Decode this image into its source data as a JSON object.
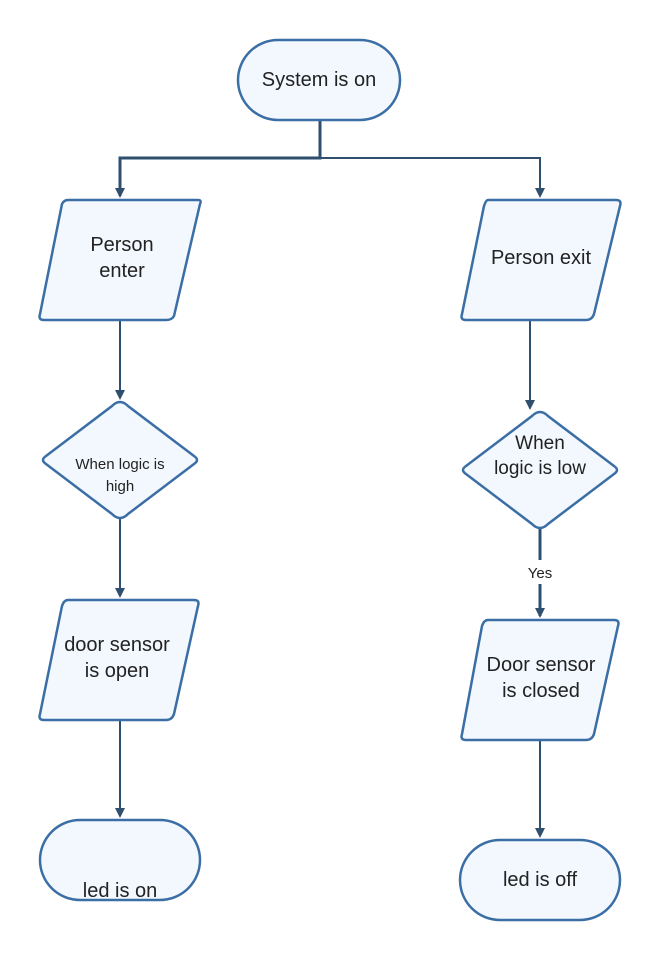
{
  "nodes": {
    "start": {
      "text": "System is on"
    },
    "enter": {
      "line1": "Person",
      "line2": "enter"
    },
    "exit": {
      "text": "Person exit"
    },
    "decision_high": {
      "line1": "When logic is",
      "line2": "high"
    },
    "decision_low": {
      "line1": "When",
      "line2": "logic is low"
    },
    "door_open": {
      "line1": "door sensor",
      "line2": "is open"
    },
    "door_closed": {
      "line1": "Door sensor",
      "line2": "is closed"
    },
    "led_on": {
      "text": "led is on"
    },
    "led_off": {
      "text": "led is off"
    }
  },
  "edges": {
    "yes_label": "Yes"
  },
  "colors": {
    "fill": "#f2f8fe",
    "stroke": "#3a6ea5",
    "connector": "#2f4f6f"
  }
}
